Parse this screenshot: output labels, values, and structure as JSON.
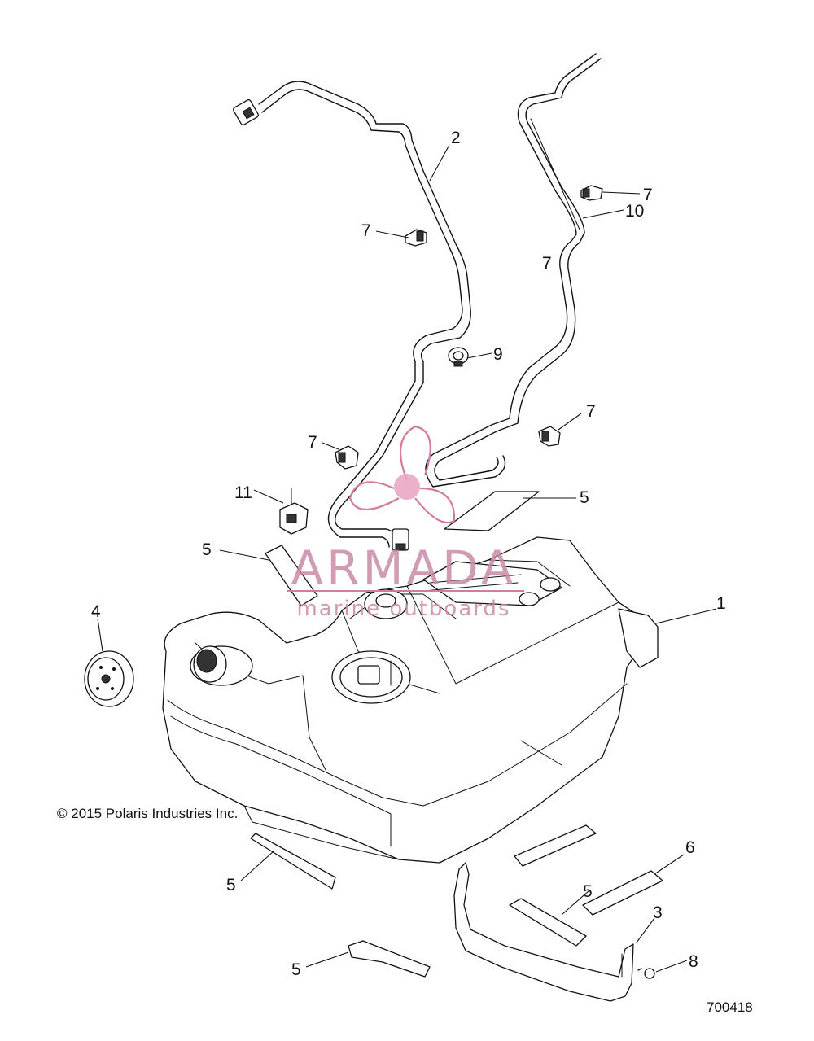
{
  "copyright": "© 2015 Polaris Industries Inc.",
  "figure_number": "700418",
  "watermark": {
    "brand": "ARMADA",
    "tagline": "marine outboards",
    "color": "#d37aa0"
  },
  "callouts": {
    "c1": "1",
    "c2": "2",
    "c3": "3",
    "c4": "4",
    "c5_upper_right": "5",
    "c5_upper_left": "5",
    "c5_lower_left": "5",
    "c5_lower_mid": "5",
    "c5_bottom": "5",
    "c6": "6",
    "c7_left_upper": "7",
    "c7_right_upper": "7",
    "c7_mid": "7",
    "c7_right_lower": "7",
    "c7_left_lower": "7",
    "c8": "8",
    "c9": "9",
    "c10": "10",
    "c11": "11"
  }
}
